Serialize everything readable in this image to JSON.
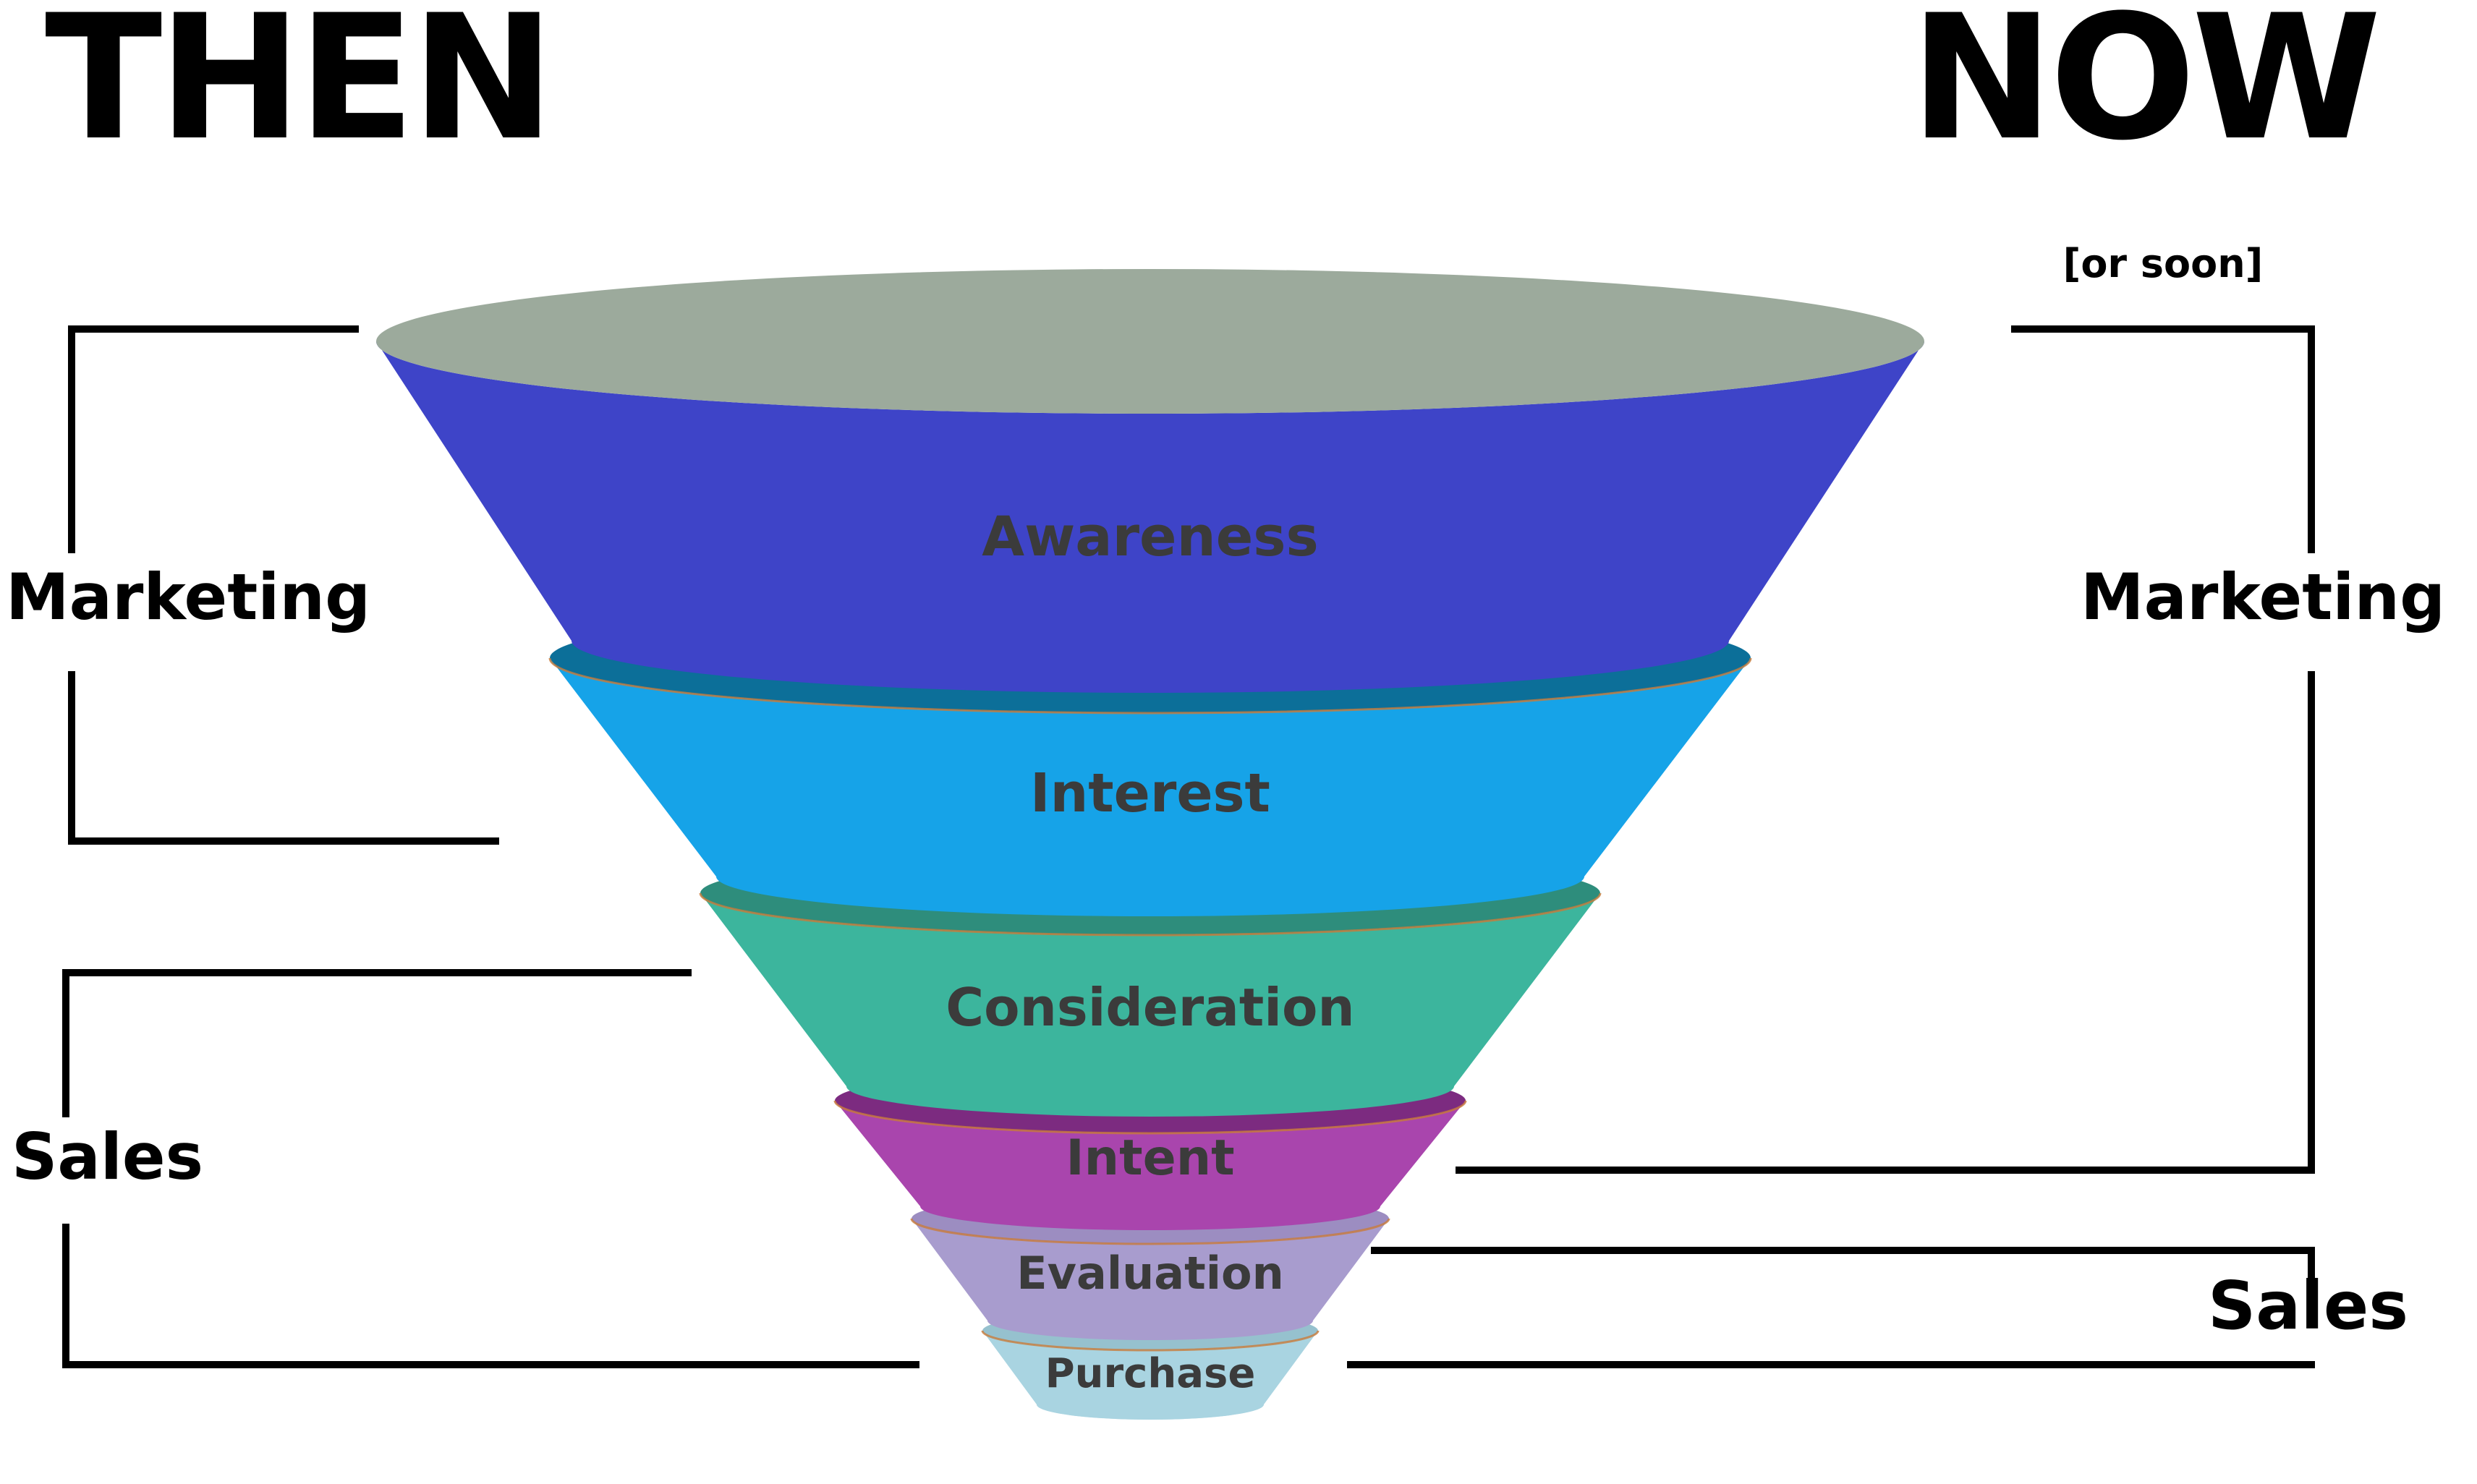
{
  "titles": {
    "then": "THEN",
    "now": "NOW",
    "now_note": "[or soon]"
  },
  "then_column": {
    "marketing_label": "Marketing",
    "sales_label": "Sales",
    "marketing_stages": [
      "Awareness",
      "Interest"
    ],
    "sales_stages": [
      "Consideration",
      "Intent",
      "Evaluation",
      "Purchase"
    ]
  },
  "now_column": {
    "marketing_label": "Marketing",
    "sales_label": "Sales",
    "marketing_stages": [
      "Awareness",
      "Interest",
      "Consideration",
      "Intent"
    ],
    "sales_stages": [
      "Evaluation",
      "Purchase"
    ]
  },
  "funnel": {
    "label_color": "#3b3b3b",
    "mouth_color": "#9caa9c",
    "hairline_color": "#c87b3a",
    "stages": [
      {
        "label": "Awareness",
        "body_color": "#3e44c8",
        "rim_color": "#9caa9c"
      },
      {
        "label": "Interest",
        "body_color": "#16a3e8",
        "rim_color": "#0c6f99"
      },
      {
        "label": "Consideration",
        "body_color": "#3cb59d",
        "rim_color": "#2e8d7c"
      },
      {
        "label": "Intent",
        "body_color": "#a945ad",
        "rim_color": "#7c2b80"
      },
      {
        "label": "Evaluation",
        "body_color": "#a89cce",
        "rim_color": "#9c8dc1"
      },
      {
        "label": "Purchase",
        "body_color": "#a9d4e1",
        "rim_color": "#96c1ce",
        "bottom_color": "#bfdfe9"
      }
    ]
  },
  "line_color": "#000000"
}
